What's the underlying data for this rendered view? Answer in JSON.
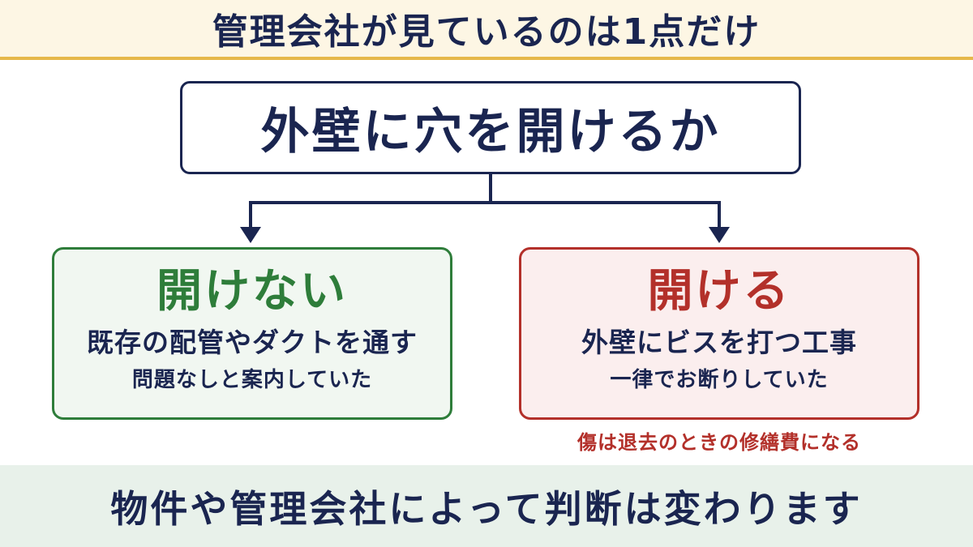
{
  "header": {
    "title": "管理会社が見ているのは1点だけ"
  },
  "root": {
    "question": "外壁に穴を開けるか"
  },
  "branches": [
    {
      "heading": "開けない",
      "subheading": "既存の配管やダクトを通す",
      "note": "問題なしと案内していた",
      "color": "#2e7d3a"
    },
    {
      "heading": "開ける",
      "subheading": "外壁にビスを打つ工事",
      "note": "一律でお断りしていた",
      "color": "#b3302a",
      "caution": "傷は退去のときの修繕費になる"
    }
  ],
  "footer": {
    "text": "物件や管理会社によって判断は変わります"
  },
  "colors": {
    "navy": "#1a2550",
    "banner_top": "#fdf6e4",
    "banner_bottom": "#e8f1ea",
    "accent_gold": "#e6b84a"
  }
}
